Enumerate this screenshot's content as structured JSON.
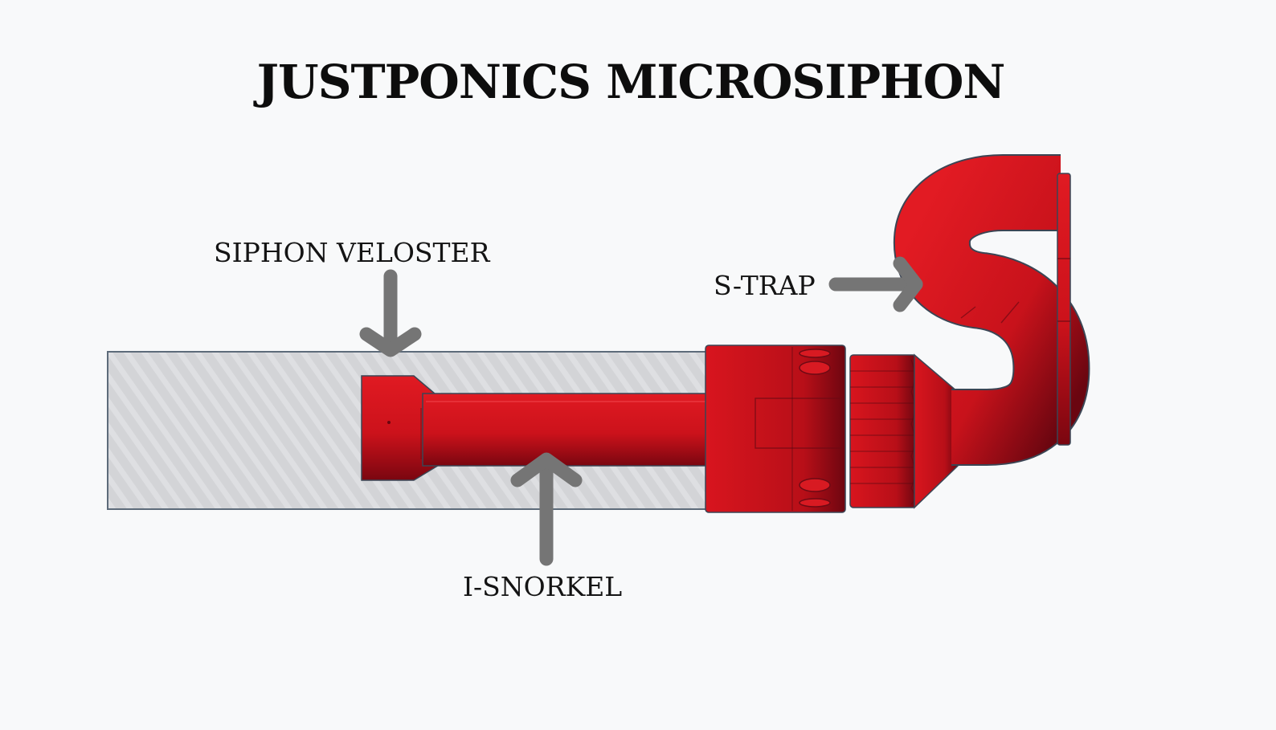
{
  "title": "JUSTPONICS MICROSIPHON",
  "labels": {
    "siphon_veloster": "SIPHON VELOSTER",
    "s_trap": "S-TRAP",
    "i_snorkel": "I-SNORKEL"
  },
  "colors": {
    "background": "#f8f9fa",
    "part_red": "#d0141c",
    "part_dark": "#7a0610",
    "bed_fill": "#d6d7da",
    "arrow": "#757575"
  }
}
